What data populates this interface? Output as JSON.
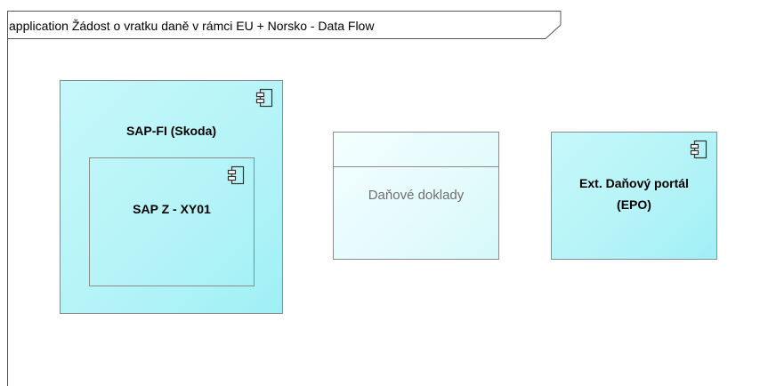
{
  "frame": {
    "title": "application Žádost o vratku daně v rámci EU + Norsko - Data Flow"
  },
  "elements": {
    "sap_fi": {
      "name": "SAP-FI (Skoda)",
      "icon": "component-icon"
    },
    "sap_z": {
      "name": "SAP Z - XY01",
      "icon": "component-icon"
    },
    "danove_doklady": {
      "name": "Daňové doklady"
    },
    "epo": {
      "name_line1": "Ext. Daňový portál",
      "name_line2": "(EPO)",
      "icon": "component-icon"
    }
  },
  "colors": {
    "component_fill": "#b3f3f7",
    "datastore_fill": "#e4fbfc",
    "border": "#8c8c8c"
  }
}
